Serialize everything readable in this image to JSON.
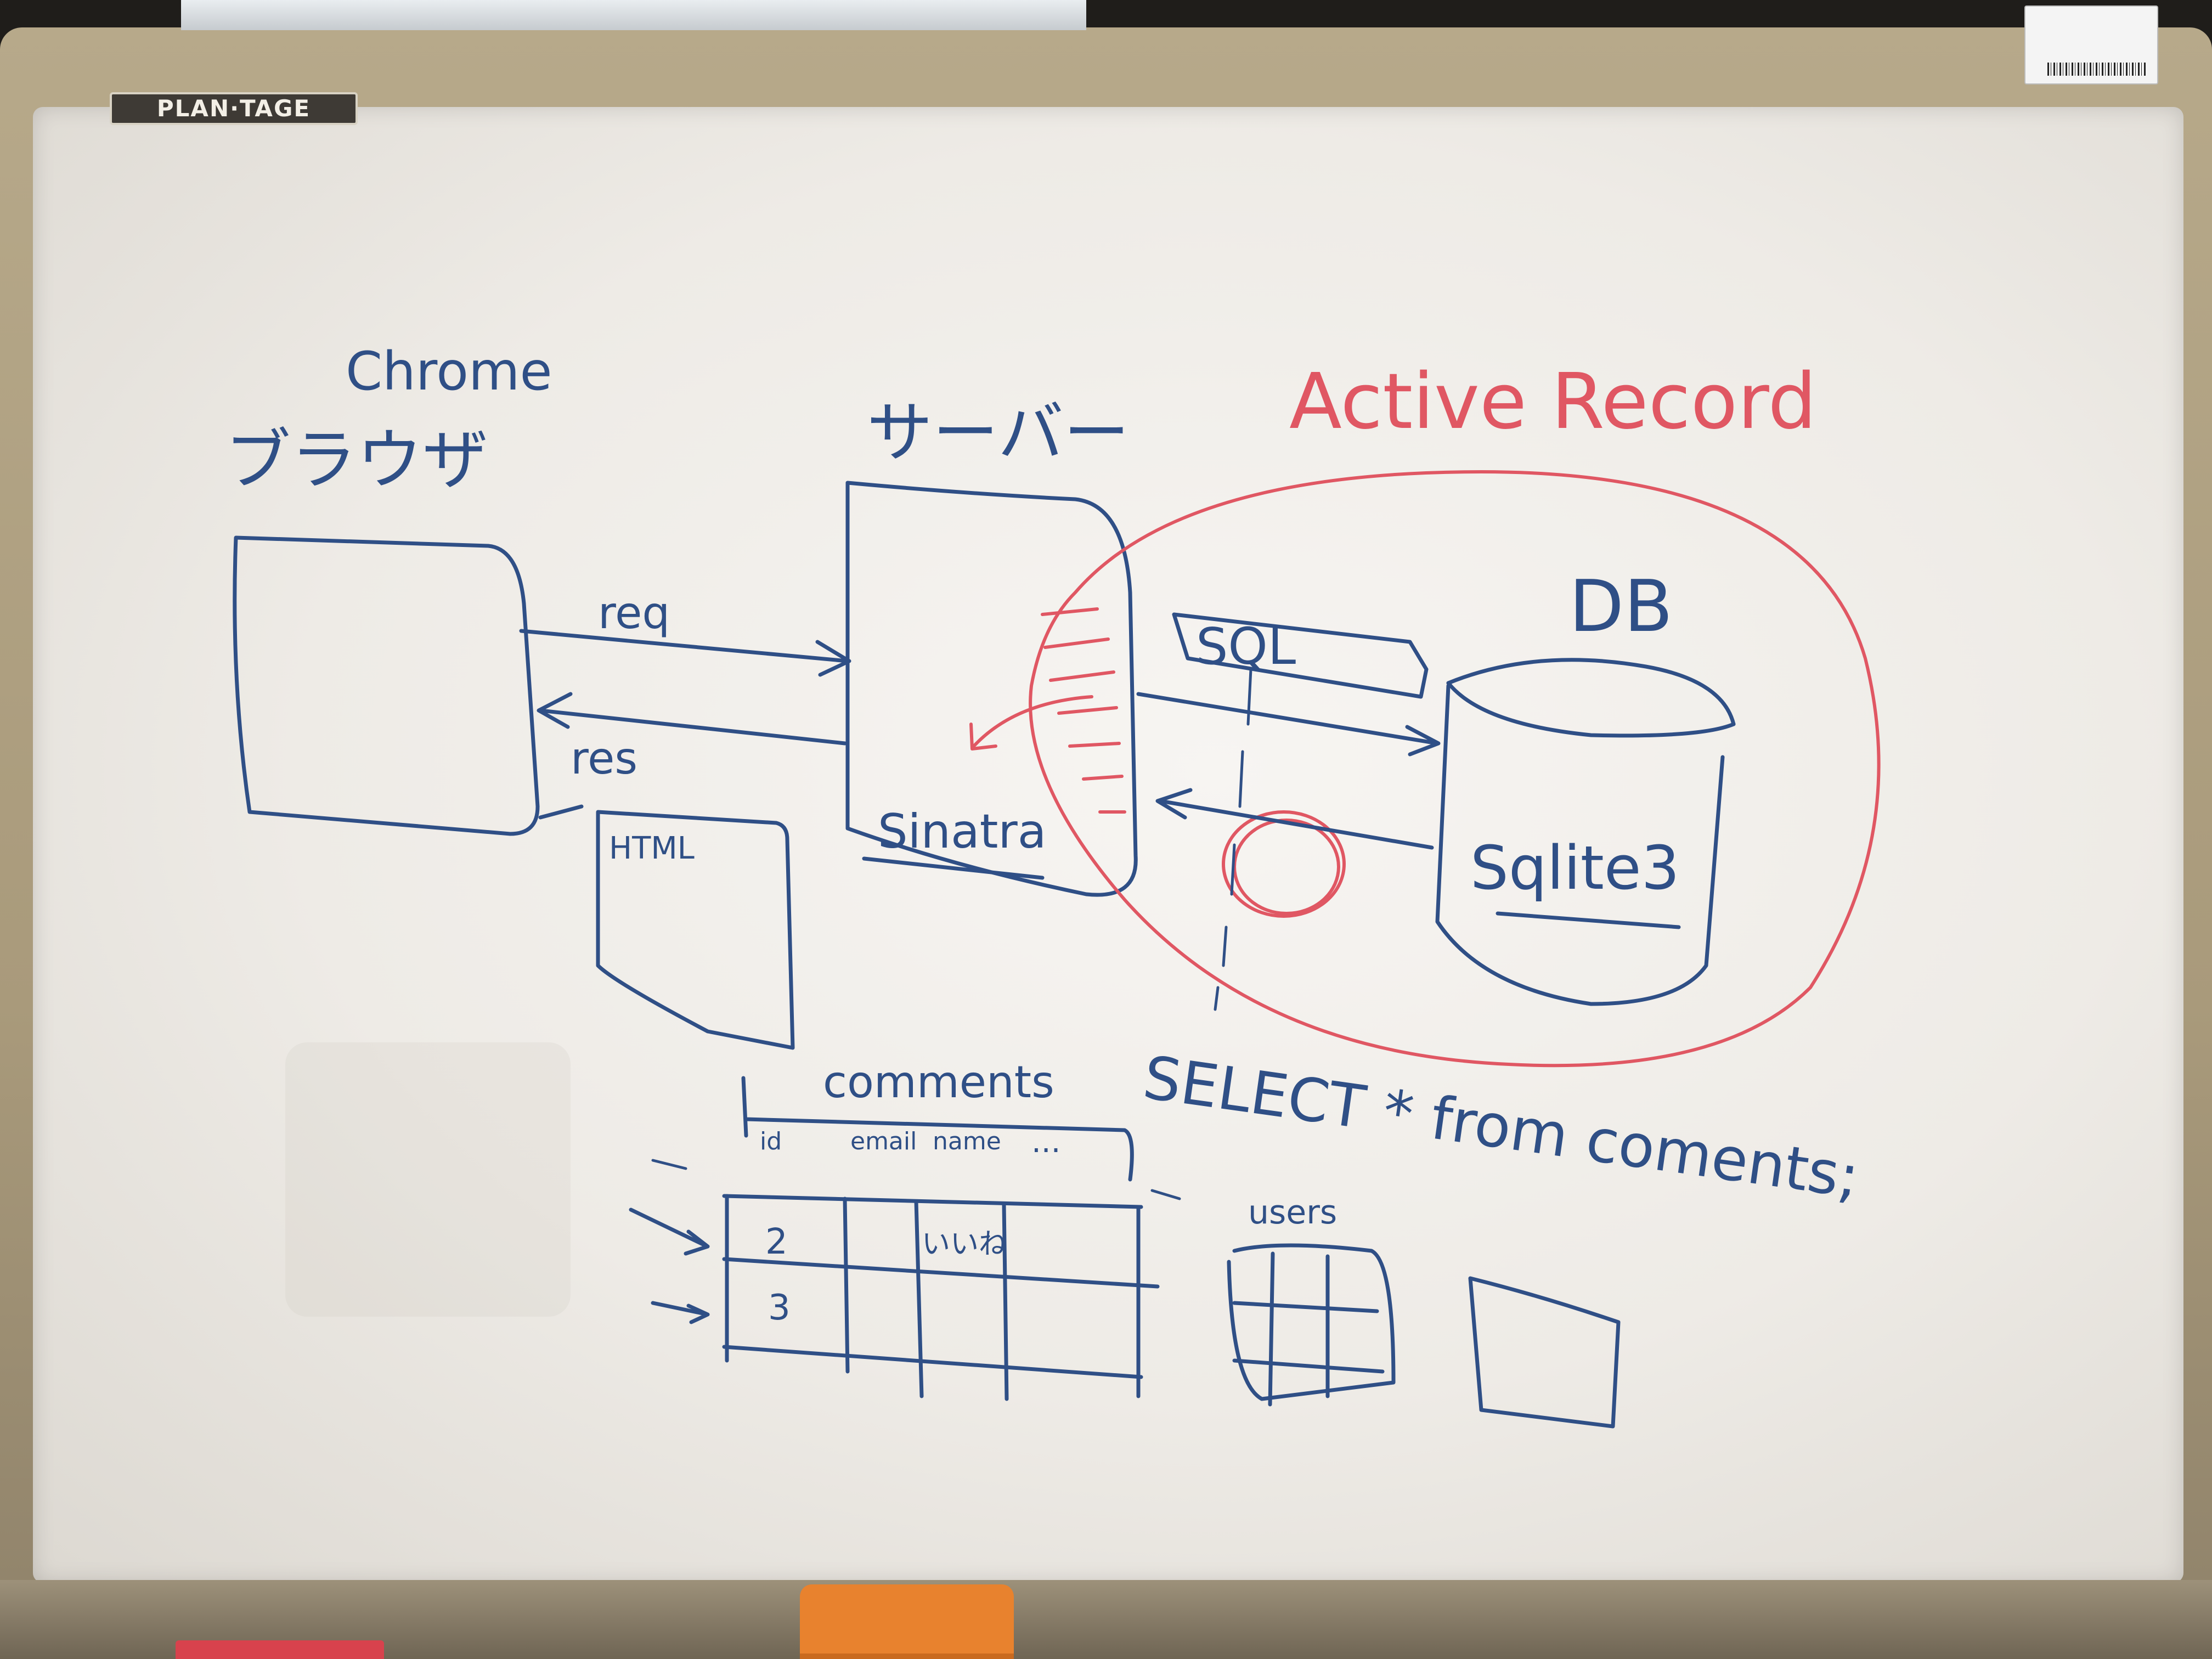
{
  "board": {
    "brand": "PLAN·TAGE"
  },
  "browser": {
    "app_label": "Chrome",
    "title": "ブラウザ",
    "request_label": "req",
    "response_label": "res",
    "html_label": "HTML"
  },
  "server": {
    "title": "サーバー",
    "framework_label": "Sinatra"
  },
  "orm": {
    "label": "Active Record"
  },
  "database": {
    "title": "DB",
    "engine_label": "Sqlite3",
    "query_label": "SQL",
    "query_text": "SELECT * from coments;"
  },
  "tables": {
    "comments_title": "comments",
    "comments_columns": [
      "id",
      "email",
      "name",
      "..."
    ],
    "comments_rows": [
      {
        "id": "2",
        "value": "いいね"
      },
      {
        "id": "3",
        "value": ""
      }
    ],
    "users_title": "users"
  },
  "colors": {
    "blue_marker": "#2f4f86",
    "red_marker": "#e05763",
    "board": "#f2f0ec",
    "frame": "#b7a98a"
  }
}
